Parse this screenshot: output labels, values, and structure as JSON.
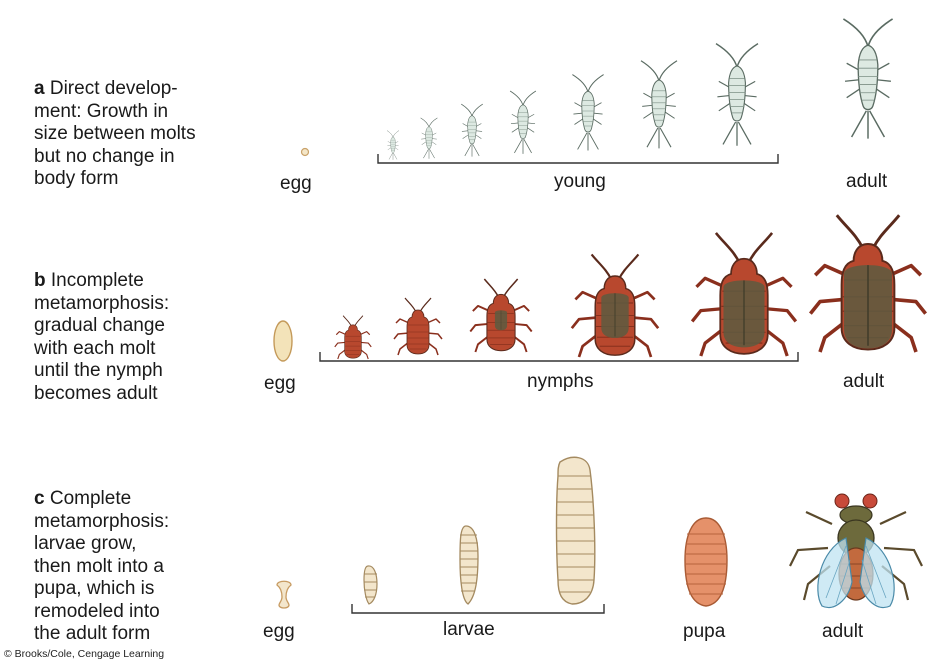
{
  "panels": [
    {
      "letter": "a",
      "text": "Direct develop-\nment: Growth in\nsize between molts\nbut no change in\nbody form",
      "labels": {
        "egg": "egg",
        "stage": "young",
        "adult": "adult"
      }
    },
    {
      "letter": "b",
      "text": "Incomplete\nmetamorphosis:\ngradual change\nwith each molt\nuntil the nymph\nbecomes adult",
      "labels": {
        "egg": "egg",
        "stage": "nymphs",
        "adult": "adult"
      }
    },
    {
      "letter": "c",
      "text": "Complete\nmetamorphosis:\nlarvae grow,\nthen molt into a\npupa, which is\nremodeled into\nthe adult form",
      "labels": {
        "egg": "egg",
        "stage": "larvae",
        "pupa": "pupa",
        "adult": "adult"
      }
    }
  ],
  "credit": "© Brooks/Cole, Cengage Learning",
  "colors": {
    "silverfish": "#dde9e2",
    "silverfish_stroke": "#5a6b62",
    "nymph_red": "#b8482e",
    "nymph_wing": "#5e5a40",
    "larva": "#f3e6cc",
    "pupa": "#e5916a",
    "fly_body": "#6d6a3c",
    "fly_wing": "#bfe3f2"
  }
}
